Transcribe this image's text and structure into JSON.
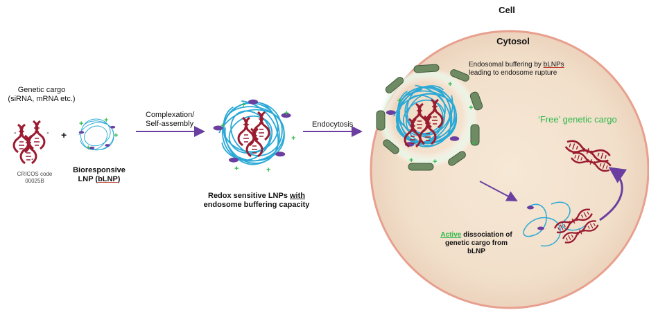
{
  "labels": {
    "cell": "Cell",
    "cytosol": "Cytosol",
    "genetic_cargo": "Genetic cargo",
    "cargo_types": "(siRNA, mRNA etc.)",
    "cricos_line1": "CRICOS code",
    "cricos_line2": "00025B",
    "bioresponsive": "Bioresponsive",
    "lnp_prefix": "LNP (",
    "blnp": "bLNP",
    "lnp_suffix": ")",
    "complexation": "Complexation/",
    "self_assembly": "Self-assembly",
    "redox_prefix": "Redox sensitive LNPs ",
    "redox_with": "with",
    "endosome_buffering_capacity": "endosome buffering capacity",
    "endocytosis": "Endocytosis",
    "endosomal_prefix": "Endosomal buffering by ",
    "endosomal_blnps": "bLNPs",
    "endosome_rupture": "leading to endosome rupture",
    "free_cargo": "‘Free’ genetic cargo",
    "active": "Active",
    "dissociation_rest": " dissociation of",
    "genetic_cargo_from": "genetic cargo from",
    "blnp_final": "bLNP",
    "plus": "+",
    "minus": "-"
  },
  "colors": {
    "rna": "#9b1b30",
    "polymer": "#2aa9d6",
    "lipid": "#6a3fa0",
    "charge": "#2eb84a",
    "arrow": "#6a3fa0",
    "cell_fill": "#f3e2cf",
    "cell_border": "#e8a08e",
    "endosome": "#6f8b64"
  }
}
